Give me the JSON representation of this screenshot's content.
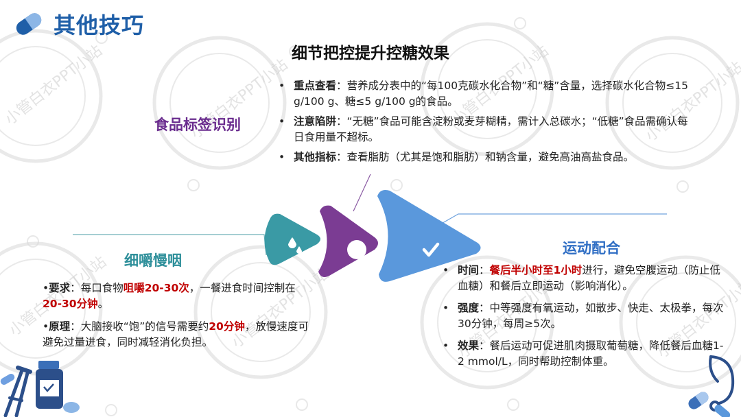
{
  "header": {
    "title": "其他技巧",
    "icon": "capsule-icon",
    "accent": "#1f5fa8"
  },
  "subtitle": "细节把控提升控糖效果",
  "watermark": "小管白衣PPT小站",
  "food_label": {
    "heading": "食品标签识别",
    "items": [
      {
        "key": "重点查看",
        "sep": "：",
        "text": "营养成分表中的“每100克碳水化合物”和“糖”含量，选择碳水化合物≤15 g/100 g、糖≤5 g/100 g的食品。"
      },
      {
        "key": "注意陷阱",
        "sep": "：",
        "text": "“无糖”食品可能含淀粉或麦芽糊精，需计入总碳水；“低糖”食品需确认每日食用量不超标。"
      },
      {
        "key": "其他指标",
        "sep": "：",
        "text": "查看脂肪（尤其是饱和脂肪）和钠含量，避免高油高盐食品。"
      }
    ]
  },
  "chew": {
    "heading": "细嚼慢咽",
    "items": [
      {
        "key": "要求",
        "sep": "：",
        "pre": "每口食物",
        "hl1": "咀嚼20-30次",
        "mid": "，一餐进食时间控制在",
        "hl2": "20-30分钟",
        "post": "。"
      },
      {
        "key": "原理",
        "sep": "：",
        "pre": "大脑接收“饱”的信号需要约",
        "hl1": "20分钟",
        "mid": "，放慢速度可避免过量进食，同时减轻消化负担。"
      }
    ]
  },
  "exercise": {
    "heading": "运动配合",
    "items": [
      {
        "key": "时间",
        "sep": "：",
        "hl1": "餐后半小时至1小时",
        "post": "进行，避免空腹运动（防止低血糖）和餐后立即运动（影响消化）。"
      },
      {
        "key": "强度",
        "sep": "：",
        "post": "中等强度有氧运动，如散步、快走、太极拳，每次30分钟，每周≥5次。"
      },
      {
        "key": "效果",
        "sep": "：",
        "post": "餐后运动可促进肌肉摄取葡萄糖，降低餐后血糖1-2 mmol/L，同时帮助控制体重。"
      }
    ]
  },
  "colors": {
    "teal": "#3a9aa5",
    "purple": "#7b3c93",
    "blue": "#4f8fd9",
    "highlight": "#c00000"
  },
  "icons": [
    "water-drops-icon",
    "circle-dot-icon",
    "checkmark-icon",
    "crutch-icon",
    "medicine-bottle-icon",
    "stethoscope-icon",
    "pills-icon"
  ]
}
